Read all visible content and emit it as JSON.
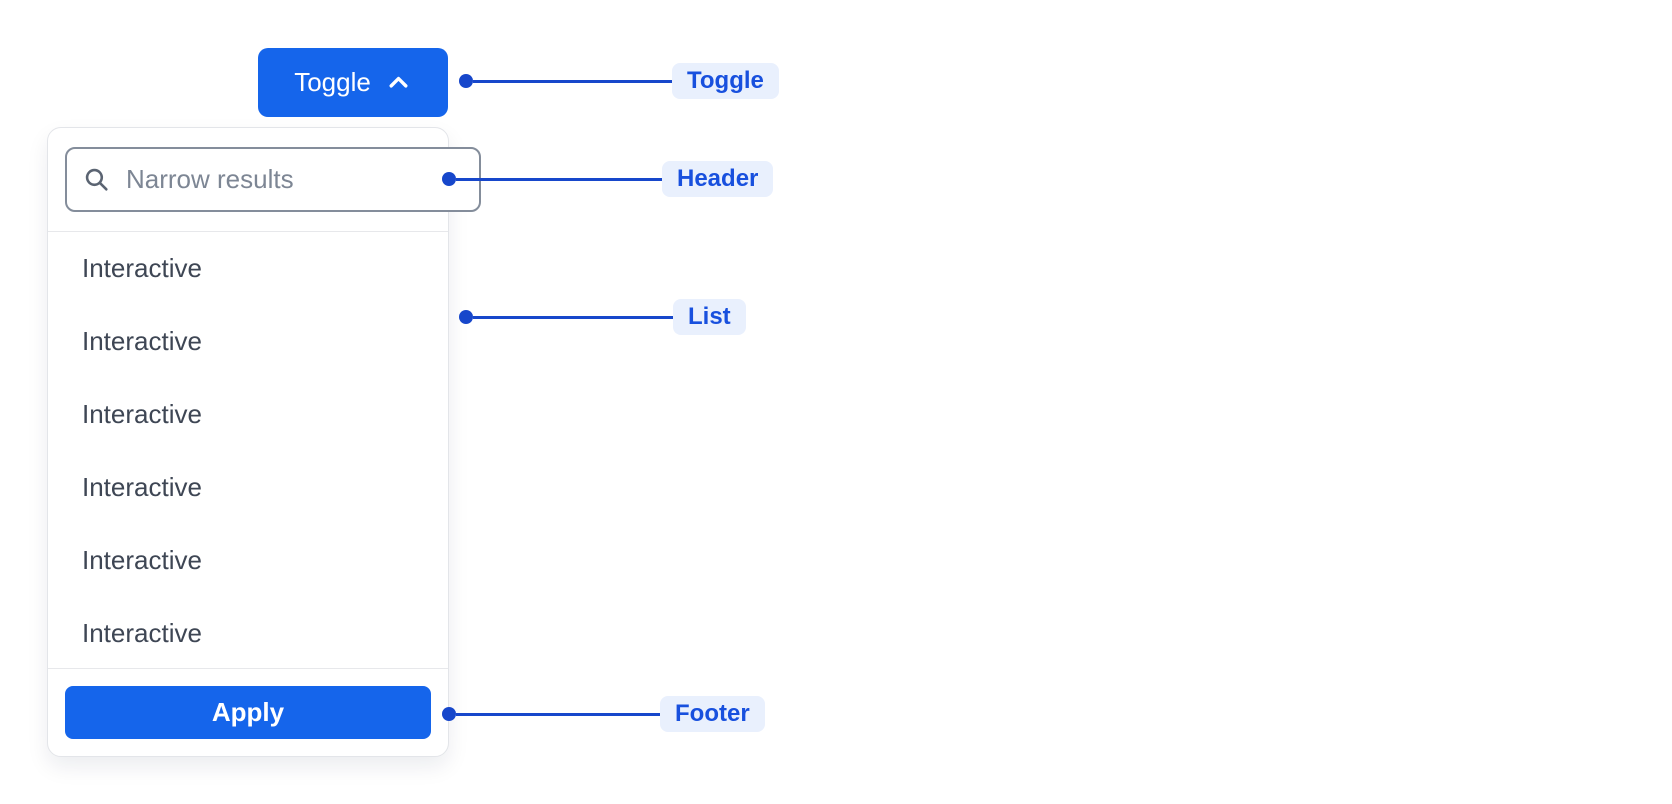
{
  "toggle_button": {
    "label": "Toggle",
    "icon": "chevron-up-icon"
  },
  "dropdown": {
    "header": {
      "search_placeholder": "Narrow results",
      "search_icon": "search-icon"
    },
    "list": {
      "items": [
        {
          "label": "Interactive"
        },
        {
          "label": "Interactive"
        },
        {
          "label": "Interactive"
        },
        {
          "label": "Interactive"
        },
        {
          "label": "Interactive"
        },
        {
          "label": "Interactive"
        }
      ]
    },
    "footer": {
      "apply_label": "Apply"
    }
  },
  "annotations": {
    "toggle": {
      "label": "Toggle"
    },
    "header": {
      "label": "Header"
    },
    "list": {
      "label": "List"
    },
    "footer": {
      "label": "Footer"
    }
  },
  "colors": {
    "primary_blue": "#1565EB",
    "callout_line": "#1747CB",
    "callout_chip_bg": "#E9F0FD",
    "callout_chip_text": "#1850DE",
    "list_text": "#3E4654",
    "placeholder_text": "#7D8694",
    "panel_border": "#E3E5E9",
    "search_border": "#848D9B"
  }
}
